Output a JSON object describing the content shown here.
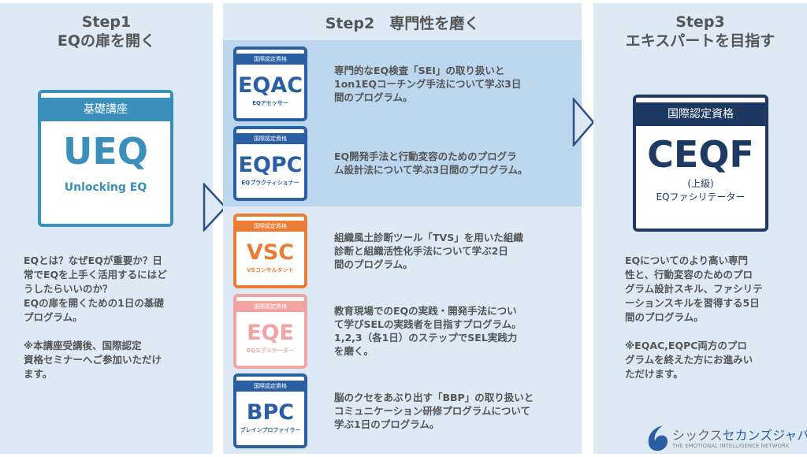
{
  "step1": {
    "title1": "Step1",
    "title2": "EQの扉を開く",
    "badge_header": "基礎講座",
    "badge_code": "UEQ",
    "badge_name": "Unlocking EQ",
    "color": "#3a8fbb",
    "body": [
      "EQとは？なぜEQが重要か？日",
      "常でEQを上手く活用するにはど",
      "うしたらいいのか？",
      "EQの扉を開くための1日の基礎",
      "プログラム。",
      "",
      "※本講座受講後、国際認定",
      "資格セミナーへご参加いただけ",
      "ます。"
    ]
  },
  "step2": {
    "title": "Step2　専門性を磨く",
    "programs": [
      {
        "header": "国際認定資格",
        "code": "EQAC",
        "name": "EQアセッサー",
        "color": "#2a5fa4",
        "lines": [
          "専門的なEQ検査「SEI」の取り扱いと",
          "1on1EQコーチング手法について学ぶ3日",
          "間のプログラム。"
        ]
      },
      {
        "header": "国際認定資格",
        "code": "EQPC",
        "name": "EQプラクティショナー",
        "color": "#2a5fa4",
        "lines": [
          "EQ開発手法と行動変容のためのプログラ",
          "ム設計法について学ぶ3日間のプログラム。"
        ]
      },
      {
        "header": "国際認定資格",
        "code": "VSC",
        "name": "VSコンサルタント",
        "color": "#ea7c34",
        "lines": [
          "組織風土診断ツール「TVS」を用いた組織",
          "診断と組織活性化手法について学ぶ2日",
          "間のプログラム。"
        ]
      },
      {
        "header": "国際認定資格",
        "code": "EQE",
        "name": "EQエデュケーター",
        "color": "#f4a3a3",
        "lines": [
          "教育現場でのEQの実践・開発手法につい",
          "て学びSELの実践者を目指すプログラム。",
          "1,2,3（各1日）のステップでSEL実践力",
          "を磨く。"
        ]
      },
      {
        "header": "国際認定資格",
        "code": "BPC",
        "name": "ブレインプロファイラー",
        "color": "#2a5fa4",
        "lines": [
          "脳のクセをあぶり出す「BBP」の取り扱いと",
          "コミュニケーション研修プログラムについて",
          "学ぶ1日のプログラム。"
        ]
      }
    ]
  },
  "step3": {
    "title1": "Step3",
    "title2": "エキスパートを目指す",
    "badge_header": "国際認定資格",
    "badge_code": "CEQF",
    "badge_level": "(上級)",
    "badge_name": "EQファシリテーター",
    "color": "#1e3a63",
    "body": [
      "EQについてのより高い専門",
      "性と、行動変容のためのプロ",
      "グラム設計スキル、ファシリテ",
      "ーションスキルを習得する5日",
      "間のプログラム。",
      "",
      "※EQAC,EQPC両方のプロ",
      "グラムを終えた方にお進みい",
      "ただけます。"
    ]
  },
  "logo": {
    "name_a": "シックス",
    "name_b": "セカンズジャパン",
    "tagline": "THE EMOTIONAL INTELLIGENCE NETWORK"
  },
  "highlight_color": "#bcd6ee"
}
